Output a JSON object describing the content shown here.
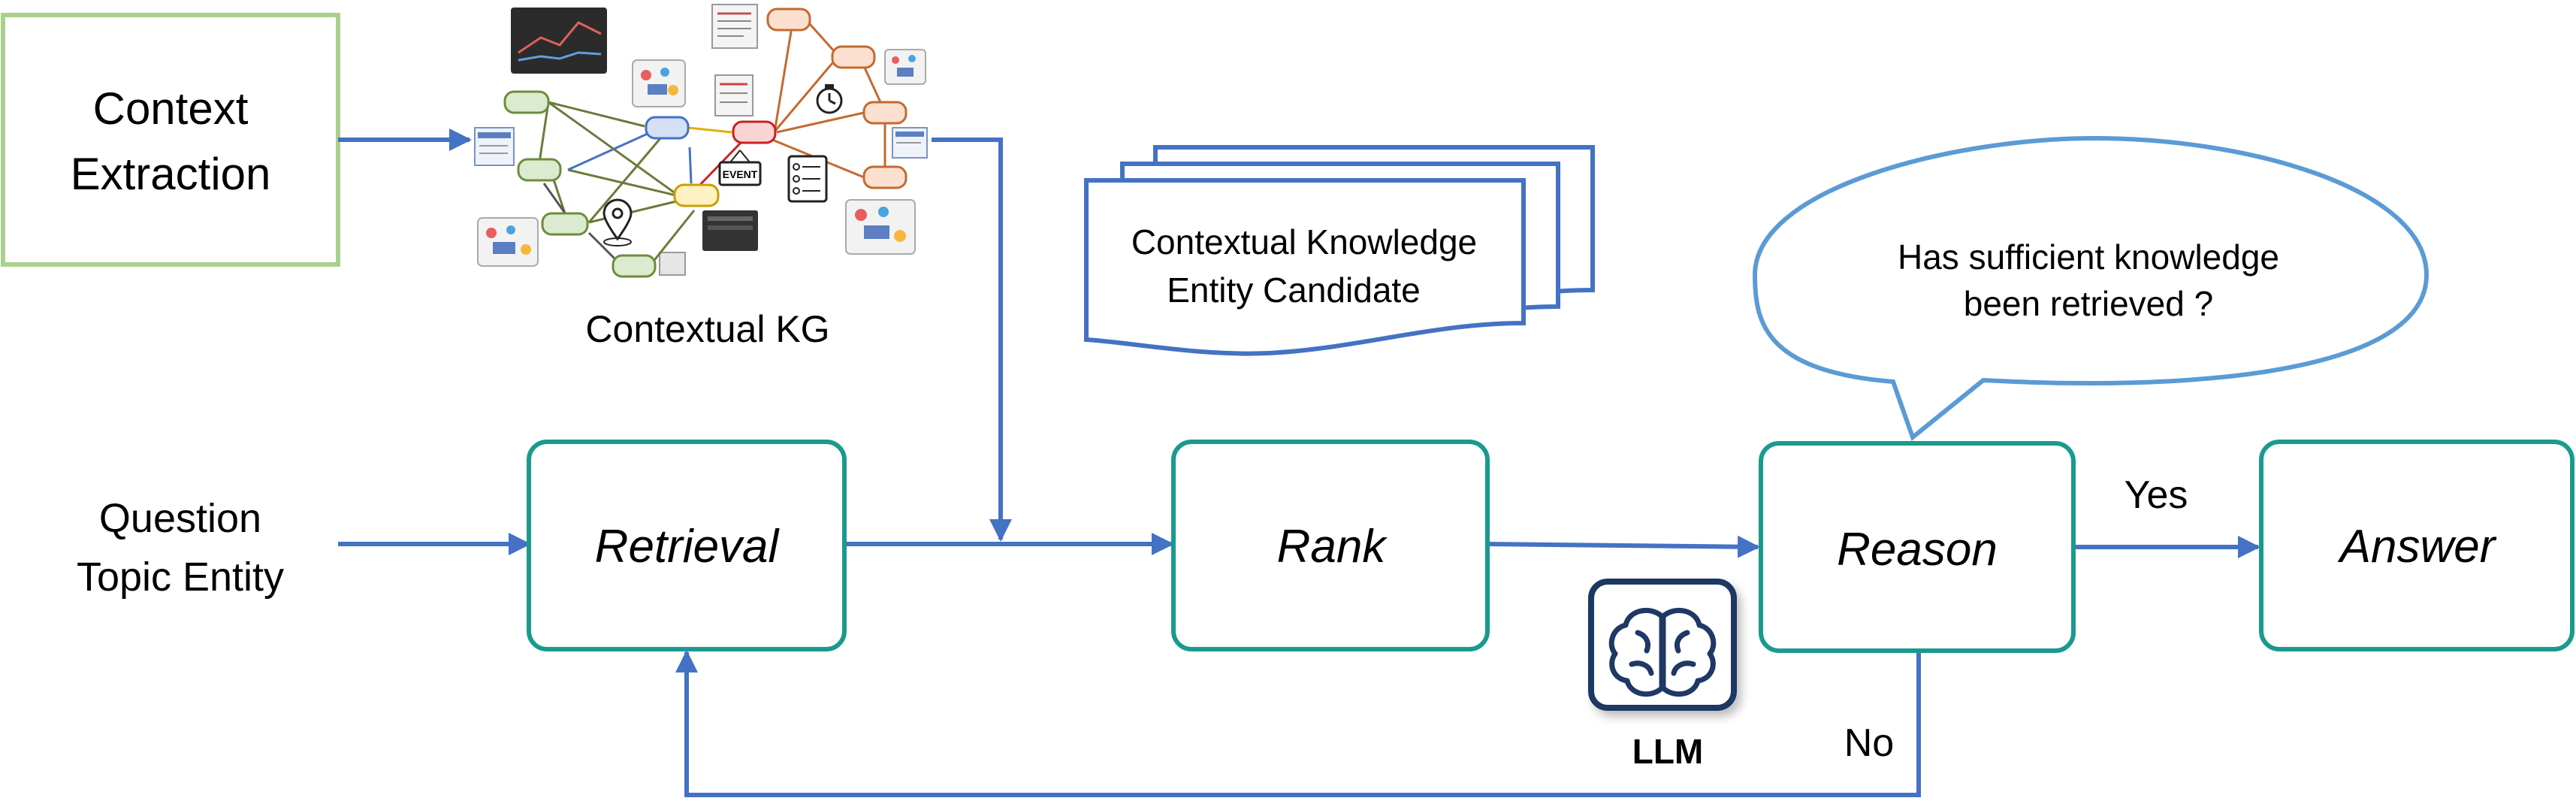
{
  "context_box": {
    "line1": "Context",
    "line2": "Extraction"
  },
  "kg_label": "Contextual KG",
  "kg_event_tag": "EVENT",
  "input": {
    "line1": "Question",
    "line2": "Topic Entity"
  },
  "doc_stack": {
    "line1": "Contextual Knowledge",
    "line2": "Entity Candidate"
  },
  "thought": {
    "line1": "Has sufficient knowledge",
    "line2": "been retrieved ?"
  },
  "steps": {
    "retrieval": "Retrieval",
    "rank": "Rank",
    "reason": "Reason",
    "answer": "Answer"
  },
  "edges": {
    "yes": "Yes",
    "no": "No"
  },
  "llm_label": "LLM",
  "icons": {
    "brain": "brain-icon",
    "event": "event-tag-icon",
    "location": "location-pin-icon",
    "stopwatch": "stopwatch-icon",
    "list": "checklist-icon"
  },
  "colors": {
    "arrow": "#4472C4",
    "step_border": "#1A9A8E",
    "context_border": "#A9D18E",
    "thought_border": "#5B9BD5",
    "llm_border": "#1F3864"
  }
}
